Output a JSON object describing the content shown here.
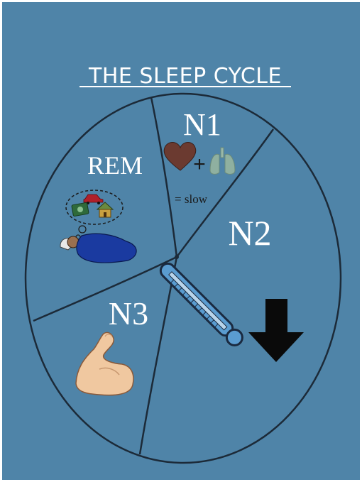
{
  "title": "THE SLEEP CYCLE",
  "stages": {
    "n1": {
      "label": "N1",
      "note": "= slow",
      "plus": "+",
      "icons": [
        "heart-icon",
        "lungs-icon"
      ]
    },
    "n2": {
      "label": "N2",
      "icons": [
        "thermometer-icon",
        "down-arrow-icon"
      ]
    },
    "n3": {
      "label": "N3",
      "icons": [
        "flexed-arm-icon"
      ]
    },
    "rem": {
      "label": "REM",
      "icons": [
        "dream-bubble-icon",
        "car-icon",
        "money-icon",
        "house-icon",
        "sleeping-person-icon"
      ]
    }
  },
  "colors": {
    "background": "#4f84a8",
    "border": "#f2f2f2",
    "outline": "#1c2a38",
    "text": "#ffffff",
    "heart": "#6b3a30",
    "lungs": "#8fb0a0",
    "thermometer": "#5a9cd0",
    "arrow": "#0a0a0a",
    "skin": "#f0c8a0",
    "blanket": "#1a3aa0"
  }
}
